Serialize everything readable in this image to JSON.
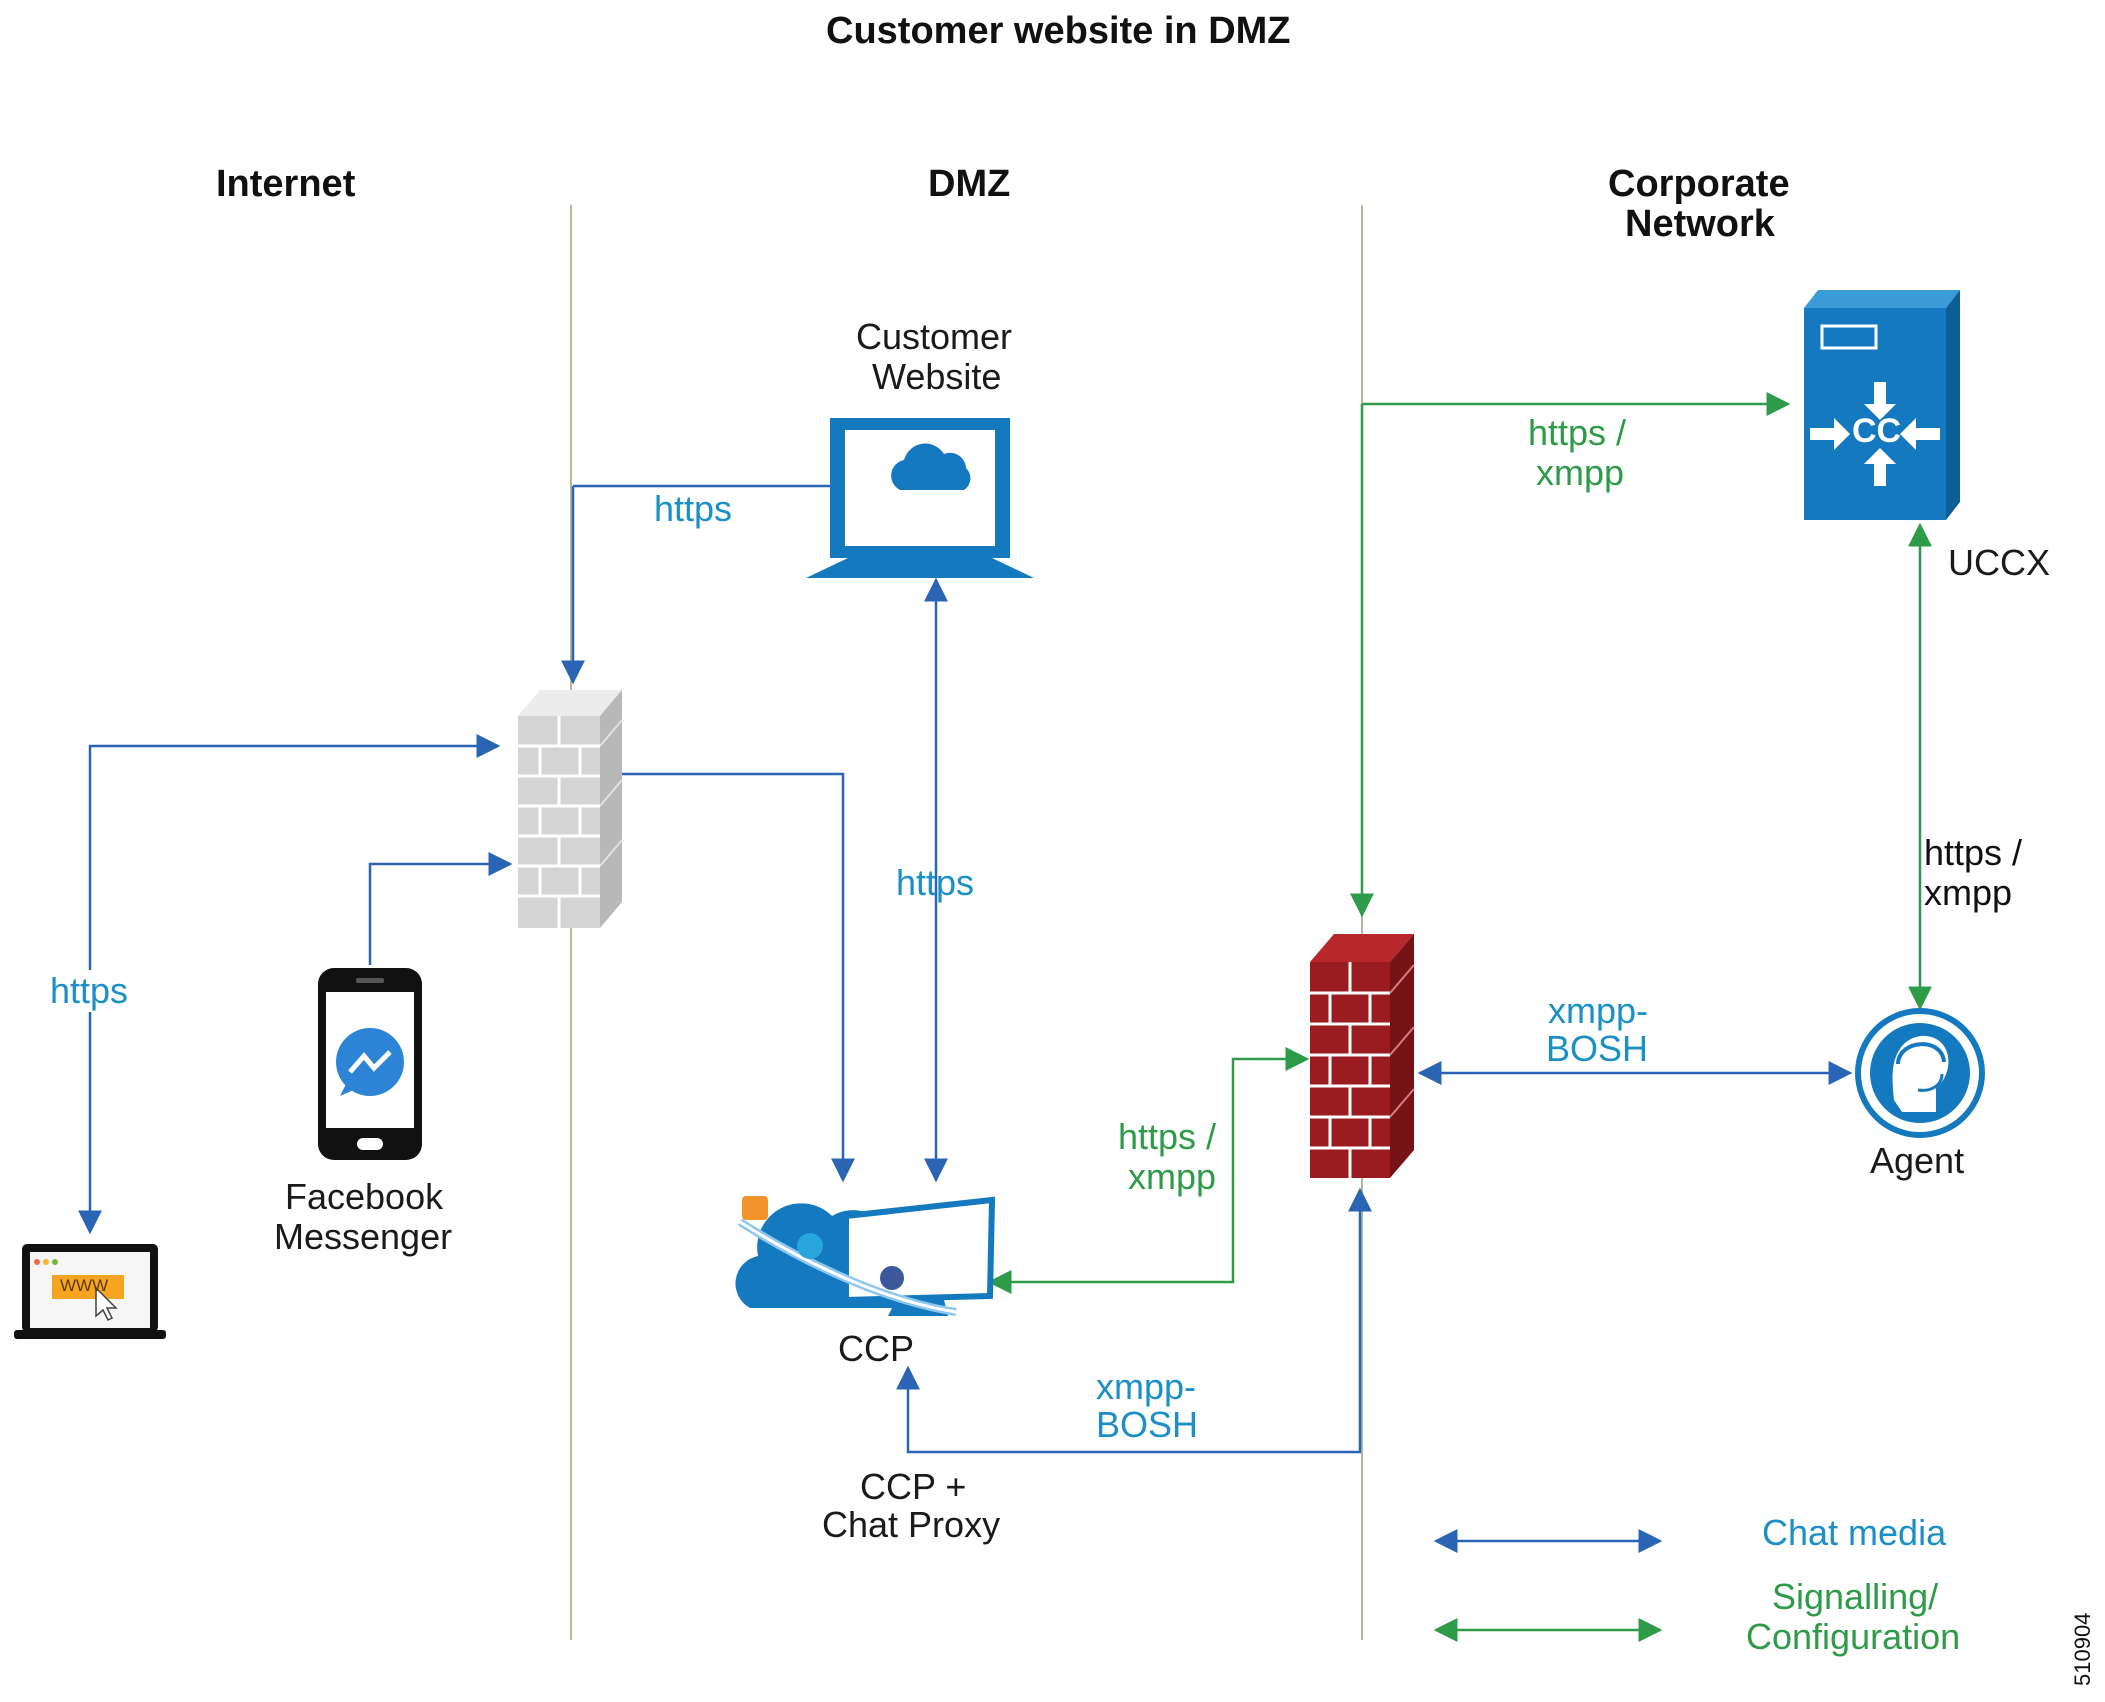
{
  "title": "Customer website in DMZ",
  "zones": {
    "internet": "Internet",
    "dmz": "DMZ",
    "corporate_line1": "Corporate",
    "corporate_line2": "Network"
  },
  "nodes": {
    "customer_website_line1": "Customer",
    "customer_website_line2": "Website",
    "uccx": "UCCX",
    "facebook_line1": "Facebook",
    "facebook_line2": "Messenger",
    "ccp": "CCP",
    "ccp_proxy_line1": "CCP +",
    "ccp_proxy_line2": "Chat Proxy",
    "agent": "Agent",
    "uccx_logo_text": "CC",
    "laptop_www": "WWW"
  },
  "links": {
    "https_website": "https",
    "https_ccp": "https",
    "https_laptop": "https",
    "https_xmpp_uccx_line1": "https /",
    "https_xmpp_uccx_line2": "xmpp",
    "https_xmpp_agent_line1": "https /",
    "https_xmpp_agent_line2": "xmpp",
    "https_xmpp_ccp_line1": "https /",
    "https_xmpp_ccp_line2": "xmpp",
    "xmpp_bosh_agent_line1": "xmpp-",
    "xmpp_bosh_agent_line2": "BOSH",
    "xmpp_bosh_ccp_line1": "xmpp-",
    "xmpp_bosh_ccp_line2": "BOSH"
  },
  "legend": {
    "chat_media": "Chat media",
    "signalling_line1": "Signalling/",
    "signalling_line2": "Configuration"
  },
  "figure_id": "510904",
  "colors": {
    "chat_media": "#2a64b4",
    "signalling": "#2d9b48",
    "label_blue": "#1b8fc6",
    "cisco_blue": "#1479bf",
    "firewall_red": "#9a1c20",
    "firewall_gray": "#d2d2d2",
    "zone_line": "#b7b89a"
  },
  "icons": [
    "laptop-icon",
    "firewall-icon",
    "uccx-server-icon",
    "smartphone-icon",
    "messenger-icon",
    "ccp-cloud-icon",
    "agent-headset-icon",
    "www-laptop-icon"
  ]
}
